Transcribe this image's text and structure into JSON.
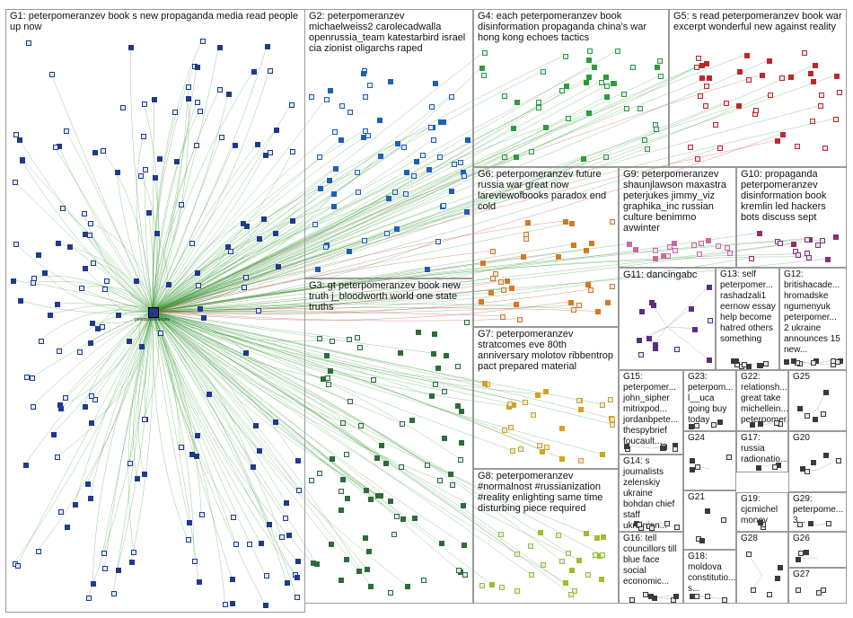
{
  "groups": [
    {
      "id": "G1",
      "label": "G1: peterpomeranzev book s new propaganda media read people up now",
      "color": "#1f3a8a"
    },
    {
      "id": "G2",
      "label": "G2: peterpomeranzev michaelweiss2 carolecadwalla openrussia_team katestarbird israel cia zionist oligarchs raped",
      "color": "#1e5fb4"
    },
    {
      "id": "G3",
      "label": "G3: gt peterpomeranzev book new truth j_bloodworth world one state truths",
      "color": "#2d6b3a"
    },
    {
      "id": "G4",
      "label": "G4: each peterpomeranzev book disinformation propaganda china's war hong kong echoes tactics",
      "color": "#2f9a3c"
    },
    {
      "id": "G5",
      "label": "G5: s read peterpomeranzev book war excerpt wonderful new against reality",
      "color": "#c0262c"
    },
    {
      "id": "G6",
      "label": "G6: peterpomeranzev future russia war great now lareviewofbooks paradox end cold",
      "color": "#d9771f"
    },
    {
      "id": "G7",
      "label": "G7: peterpomeranzev stratcomes eve 80th anniversary molotov ribbentrop pact prepared material",
      "color": "#d8a21a"
    },
    {
      "id": "G8",
      "label": "G8: peterpomeranzev #normalnost #russianization #reality enlighting same time disturbing piece required",
      "color": "#9cbf2b"
    },
    {
      "id": "G9",
      "label": "G9: peterpomeranzev shaunjlawson maxastra peterjukes jimmy_viz graphika_inc russian culture benimmo avwinter",
      "color": "#c86aa0"
    },
    {
      "id": "G10",
      "label": "G10: propaganda peterpomeranzev disinformation book kremlin led hackers bots discuss sept",
      "color": "#8a2f6e"
    },
    {
      "id": "G11",
      "label": "G11: dancingabc",
      "color": "#5a2d82"
    },
    {
      "id": "G12",
      "label": "G12: britishacade... hromadske ngumenyuk peterpomer... 2 ukraine announces 15 new...",
      "color": "#3a3a3a"
    },
    {
      "id": "G13",
      "label": "G13: self peterpomer... rashadzali1 eernow essay help become hatred others something",
      "color": "#3a3a3a"
    },
    {
      "id": "G14",
      "label": "G14: s journalists zelenskiy ukraine bohdan chief staff ukrainian...",
      "color": "#3a3a3a"
    },
    {
      "id": "G15",
      "label": "G15: peterpomer... john_sipher mitrixpod... jordanbpete... thespybrief foucault...",
      "color": "#3a3a3a"
    },
    {
      "id": "G16",
      "label": "G16: tell councillors till blue face social economic...",
      "color": "#3a3a3a"
    },
    {
      "id": "G17",
      "label": "G17: russia radionatio...",
      "color": "#3a3a3a"
    },
    {
      "id": "G18",
      "label": "G18: moldova constitutio... s...",
      "color": "#3a3a3a"
    },
    {
      "id": "G19",
      "label": "G19: cjcmichel money",
      "color": "#3a3a3a"
    },
    {
      "id": "G20",
      "label": "G20",
      "color": "#3a3a3a"
    },
    {
      "id": "G21",
      "label": "G21",
      "color": "#3a3a3a"
    },
    {
      "id": "G22",
      "label": "G22: relationsh... great take michellein... peterpomer...",
      "color": "#3a3a3a"
    },
    {
      "id": "G23",
      "label": "G23: peterpom... l__uca going buy today",
      "color": "#3a3a3a"
    },
    {
      "id": "G24",
      "label": "G24",
      "color": "#3a3a3a"
    },
    {
      "id": "G25",
      "label": "G25",
      "color": "#3a3a3a"
    },
    {
      "id": "G26",
      "label": "G26",
      "color": "#3a3a3a"
    },
    {
      "id": "G27",
      "label": "G27",
      "color": "#3a3a3a"
    },
    {
      "id": "G28",
      "label": "G28",
      "color": "#3a3a3a"
    },
    {
      "id": "G29",
      "label": "G29: peterpome... 3...",
      "color": "#3a3a3a"
    }
  ],
  "hub_label": "peterpomeranzev",
  "colors": {
    "edge_green": "#3f9a3f",
    "edge_red": "#c0392b",
    "border": "#9a9a9a"
  }
}
